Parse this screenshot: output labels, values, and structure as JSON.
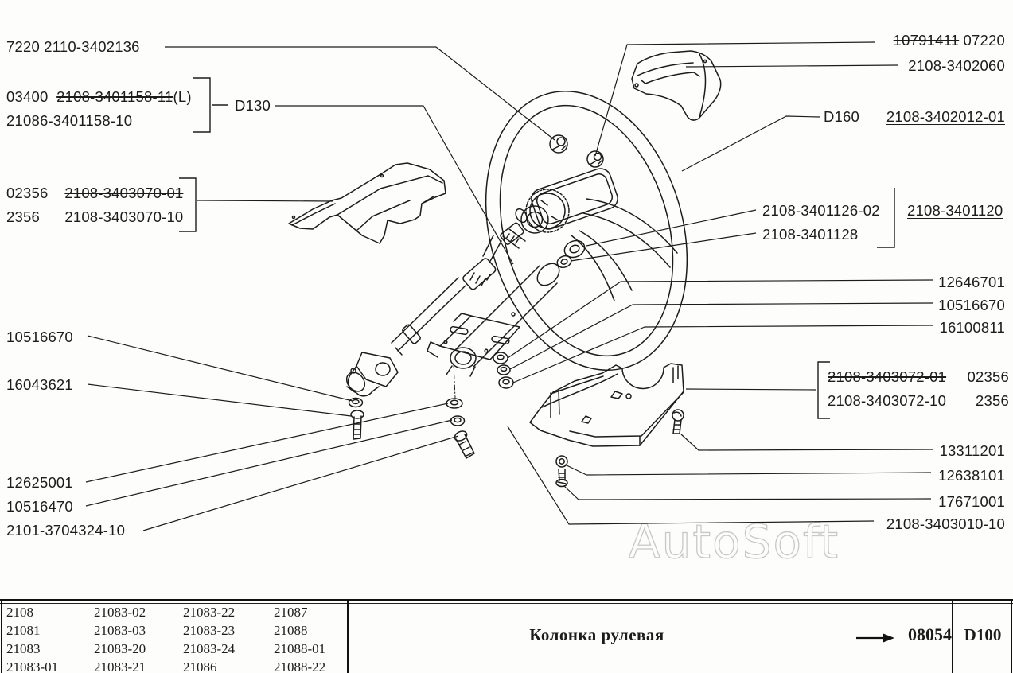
{
  "meta": {
    "description": "Scanned parts-catalog sheet: steering column exploded diagram (VAZ 2108 family)"
  },
  "colors": {
    "ink": "#1c1c1c",
    "paper": "#fdfdfc",
    "watermark": "#c8c8c8"
  },
  "watermark": "AutoSoft",
  "callouts": {
    "l_nut_top": "7220 2110-3402136",
    "l_shaft_prefix": "03400",
    "l_shaft_code1": "2108-3401158-11",
    "l_shaft_code1_suffix": "(L)",
    "l_shaft_code2": "21086-3401158-10",
    "l_shaft_ref": "D130",
    "l_shroud_prefix1": "02356",
    "l_shroud_code1": "2108-3403070-01",
    "l_shroud_prefix2": "2356",
    "l_shroud_code2": "2108-3403070-10",
    "l_nut": "10516670",
    "l_bolt": "16043621",
    "l_washer": "12625001",
    "l_nut2": "10516470",
    "l_bolt2": "2101-3704324-10",
    "r_wheelnut_struck": "10791411",
    "r_wheelnut": "07220",
    "r_cover": "2108-3402060",
    "r_wheel_ref": "D160",
    "r_wheel_code": "2108-3402012-01",
    "r_bearing": "2108-3401126-02",
    "r_nut": "2108-3401128",
    "r_column_assy": "2108-3401120",
    "r_washer": "12646701",
    "r_nut3": "10516670",
    "r_bolt3": "16100811",
    "r_shroud_code1": "2108-3403072-01",
    "r_shroud_suffix1": "02356",
    "r_shroud_code2": "2108-3403072-10",
    "r_shroud_suffix2": "2356",
    "r_screw": "13311201",
    "r_nut4": "12638101",
    "r_screw2": "17671001",
    "r_lower_shroud": "2108-3403010-10"
  },
  "footer": {
    "models": [
      [
        "2108",
        "21083-02",
        "21083-22",
        "21087"
      ],
      [
        "21081",
        "21083-03",
        "21083-23",
        "21088"
      ],
      [
        "21083",
        "21083-20",
        "21083-24",
        "21088-01"
      ],
      [
        "21083-01",
        "21083-21",
        "21086",
        "21088-22"
      ]
    ],
    "title": "Колонка рулевая",
    "sheet_code": "08054",
    "page_ref": "D100"
  }
}
